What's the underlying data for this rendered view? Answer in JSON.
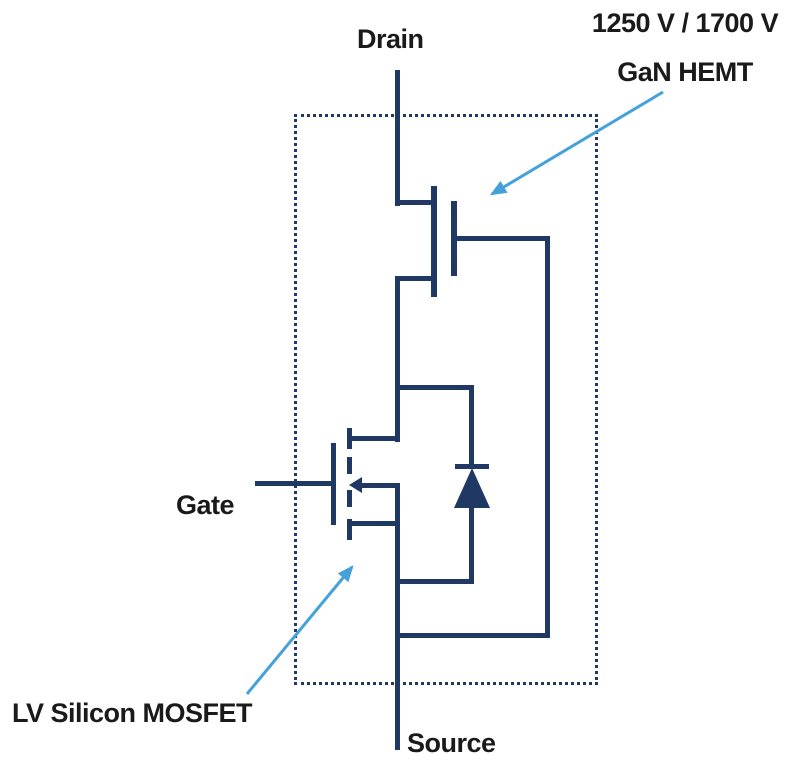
{
  "labels": {
    "drain": "Drain",
    "gate": "Gate",
    "source": "Source",
    "hemt_rating": "1250 V / 1700 V",
    "hemt_name": "GaN HEMT",
    "mosfet_name": "LV Silicon MOSFET"
  },
  "colors": {
    "wire": "#1f3864",
    "annotation_arrow": "#44a1d9",
    "label_text": "#1a1a1a",
    "background": "#ffffff"
  }
}
